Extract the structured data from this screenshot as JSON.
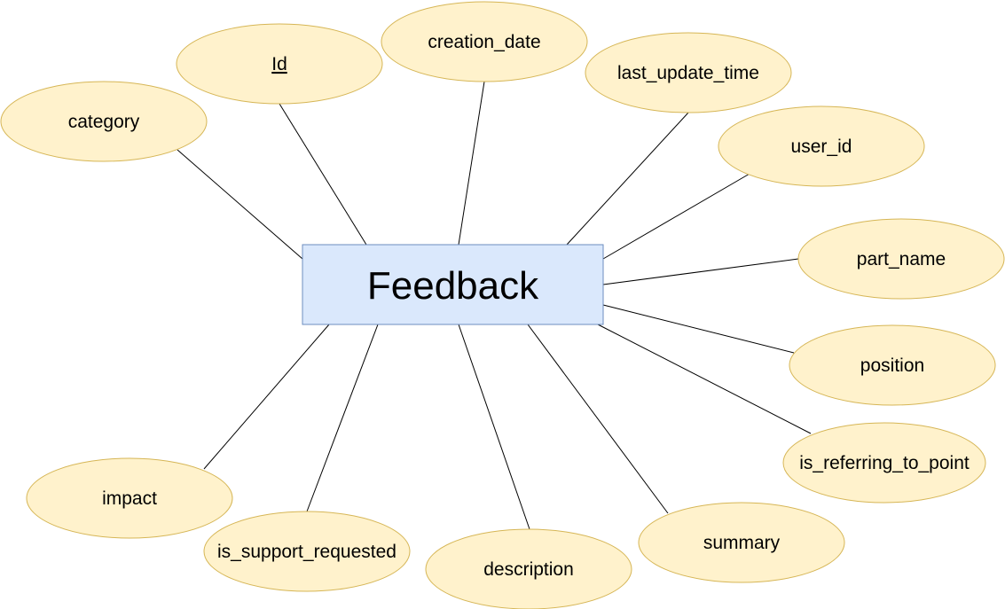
{
  "entity": {
    "name": "Feedback"
  },
  "attributes": [
    {
      "key": "id",
      "label": "Id",
      "primary_key": true
    },
    {
      "key": "creation-date",
      "label": "creation_date",
      "primary_key": false
    },
    {
      "key": "last-update-time",
      "label": "last_update_time",
      "primary_key": false
    },
    {
      "key": "category",
      "label": "category",
      "primary_key": false
    },
    {
      "key": "user-id",
      "label": "user_id",
      "primary_key": false
    },
    {
      "key": "part-name",
      "label": "part_name",
      "primary_key": false
    },
    {
      "key": "position",
      "label": "position",
      "primary_key": false
    },
    {
      "key": "is-referring-to-point",
      "label": "is_referring_to_point",
      "primary_key": false
    },
    {
      "key": "summary",
      "label": "summary",
      "primary_key": false
    },
    {
      "key": "description",
      "label": "description",
      "primary_key": false
    },
    {
      "key": "is-support-requested",
      "label": "is_support_requested",
      "primary_key": false
    },
    {
      "key": "impact",
      "label": "impact",
      "primary_key": false
    }
  ],
  "colors": {
    "entity_fill": "#dae8fc",
    "entity_stroke": "#6c8ebf",
    "attribute_fill": "#fff2cc",
    "attribute_stroke": "#d6b656"
  }
}
